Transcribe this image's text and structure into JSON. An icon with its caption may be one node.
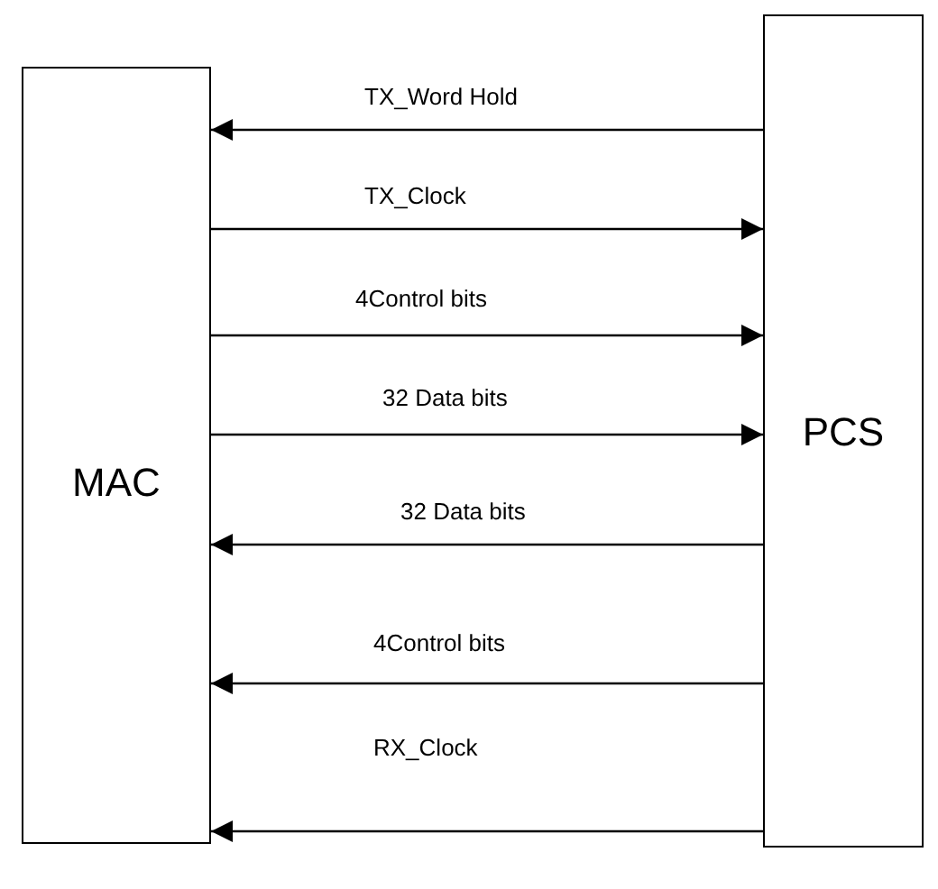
{
  "diagram": {
    "nodes": [
      {
        "text": [
          "MAC"
        ]
      },
      {
        "text": [
          "PCS"
        ]
      }
    ],
    "edges": [
      {
        "from": 1,
        "to": 0,
        "arrow": "to",
        "label": "TX_Word Hold"
      },
      {
        "from": 0,
        "to": 1,
        "arrow": "to",
        "label": "TX_Clock"
      },
      {
        "from": 0,
        "to": 1,
        "arrow": "to",
        "label": "4Control bits"
      },
      {
        "from": 0,
        "to": 1,
        "arrow": "to",
        "label": "32 Data bits"
      },
      {
        "from": 1,
        "to": 0,
        "arrow": "to",
        "label": "32 Data bits"
      },
      {
        "from": 1,
        "to": 0,
        "arrow": "to",
        "label": "4Control bits"
      },
      {
        "from": 1,
        "to": 0,
        "arrow": "to",
        "label": "RX_Clock"
      }
    ]
  }
}
